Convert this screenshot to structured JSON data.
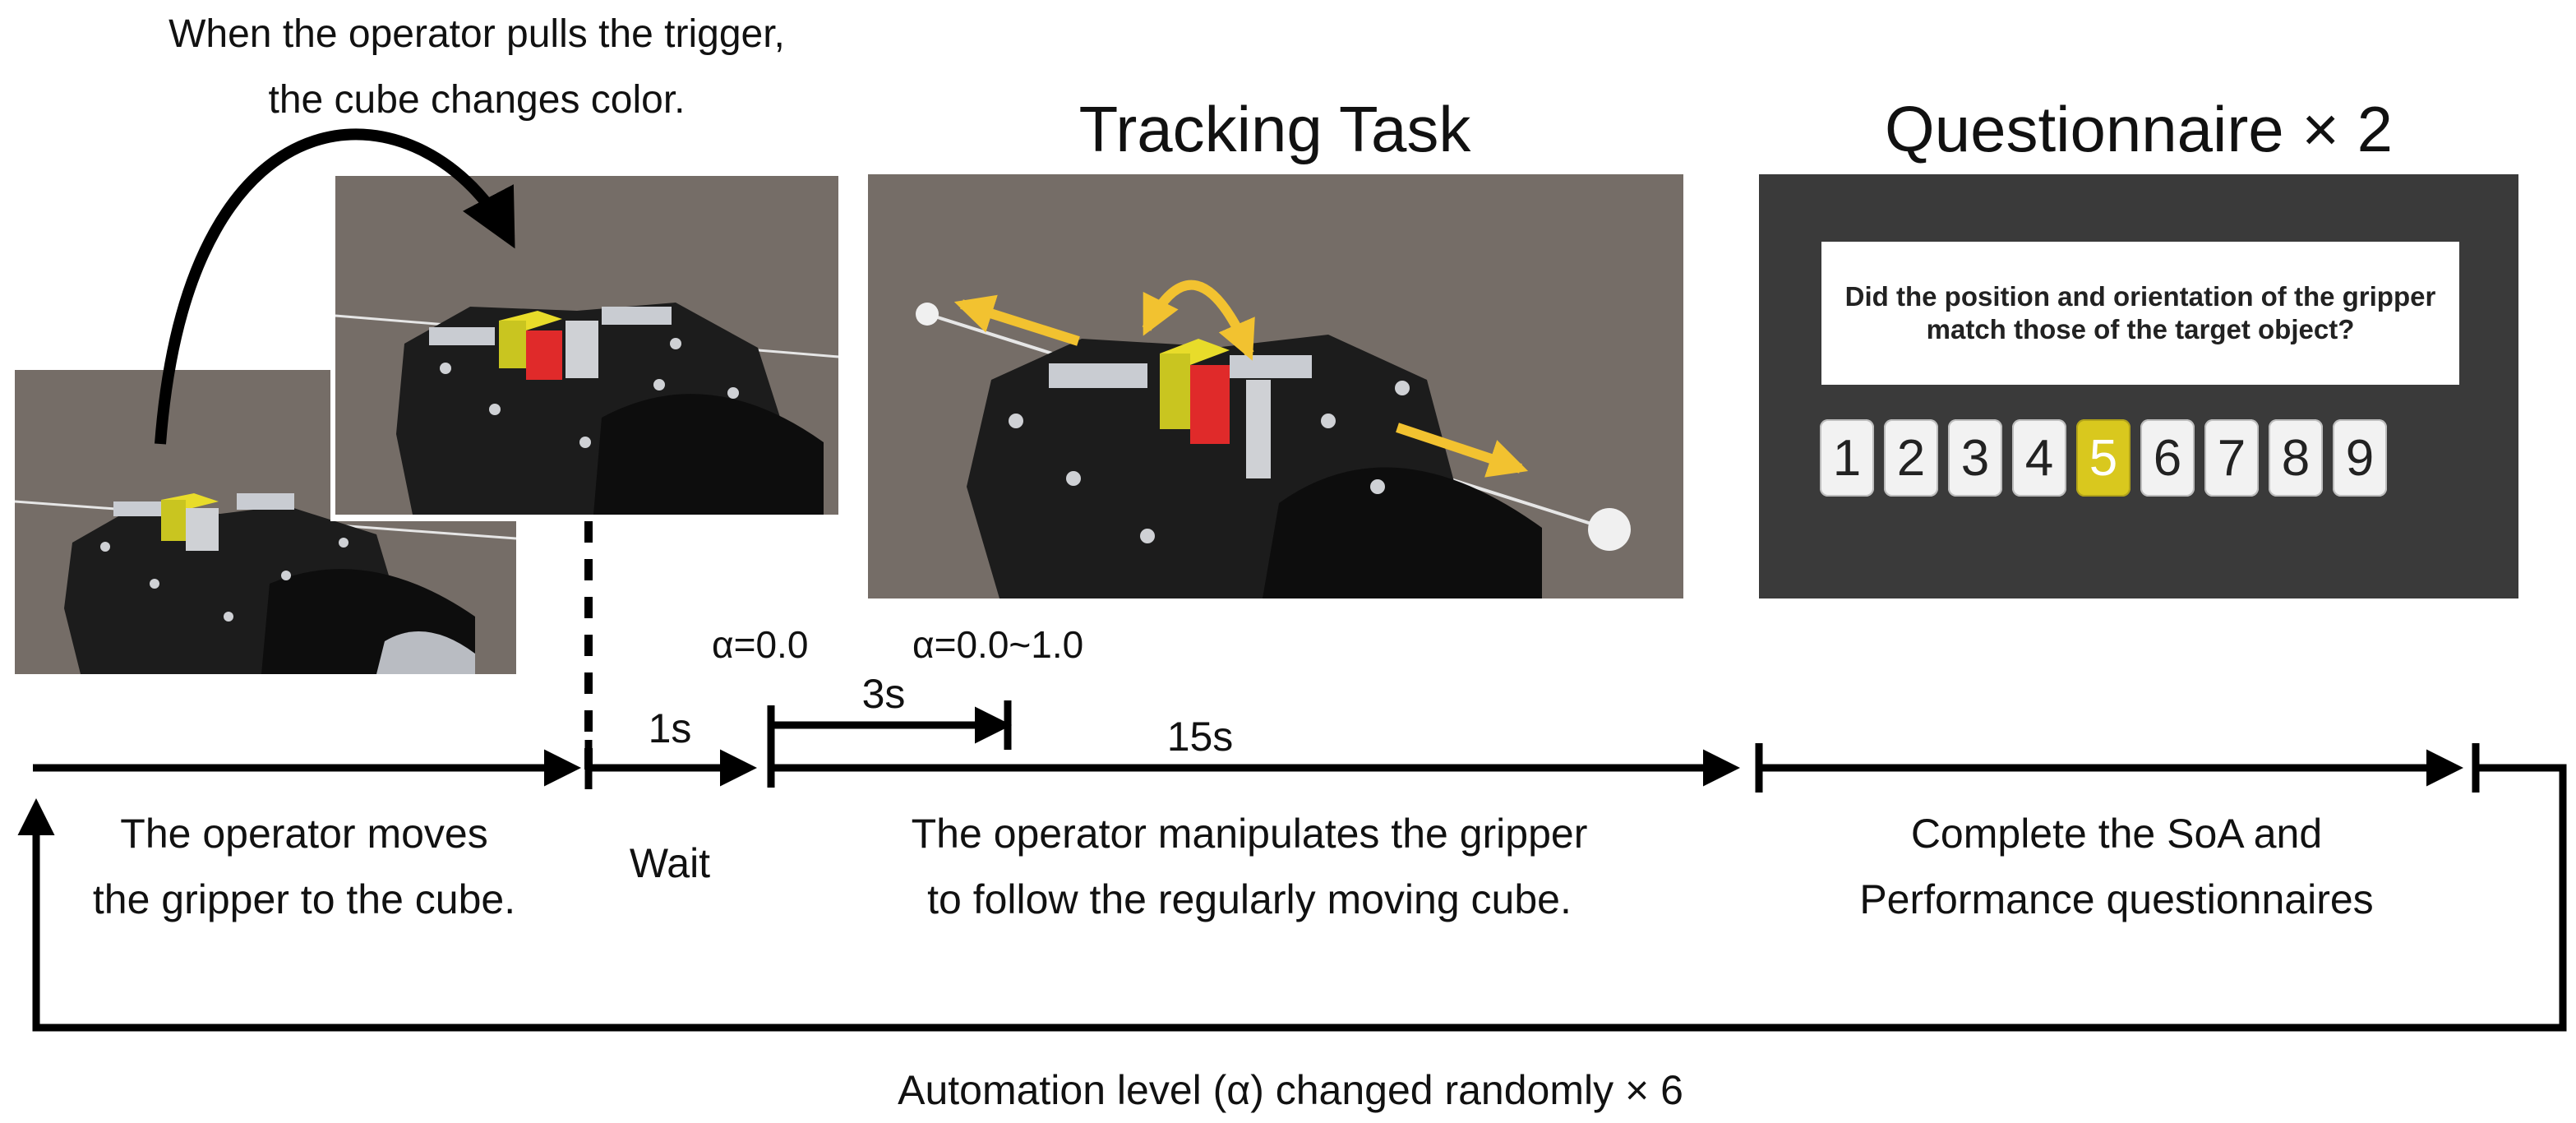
{
  "annotations": {
    "trigger_note_line1": "When the operator pulls the trigger,",
    "trigger_note_line2": "the cube changes color."
  },
  "panels": {
    "tracking_title": "Tracking Task",
    "questionnaire_title": "Questionnaire × 2"
  },
  "questionnaire": {
    "question": "Did the position and orientation of the gripper match those of the target object?",
    "scale": [
      "1",
      "2",
      "3",
      "4",
      "5",
      "6",
      "7",
      "8",
      "9"
    ],
    "selected": "5",
    "selected_color": "#d9c81e",
    "background_color": "#3a3a3a"
  },
  "timeline": {
    "wait_duration": "1s",
    "ramp_duration": "3s",
    "task_duration": "15s",
    "alpha_start": "α=0.0",
    "alpha_ramp": "α=0.0~1.0",
    "step1_line1": "The operator moves",
    "step1_line2": "the gripper to the cube.",
    "step2": "Wait",
    "step3_line1": "The operator manipulates the gripper",
    "step3_line2": "to follow the regularly moving cube.",
    "step4_line1": "Complete the SoA and",
    "step4_line2": "Performance questionnaires",
    "loop_label": "Automation level (α) changed randomly × 6"
  },
  "colors": {
    "arrow_yellow": "#f2c230",
    "cube_yellow": "#e8dc2a",
    "cube_red": "#e02a2a",
    "scene_bg": "#756d67",
    "robot_black": "#1c1c1c"
  }
}
